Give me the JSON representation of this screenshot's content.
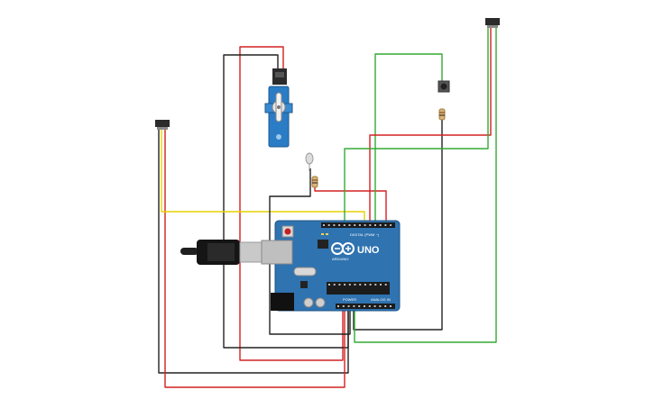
{
  "board": {
    "model_label": "UNO",
    "brand_label": "ARDUINO",
    "digital_label": "DIGITAL (PWM ~)",
    "power_label": "POWER",
    "analog_label": "ANALOG IN"
  },
  "components": {
    "servo": "servo-motor",
    "pushbutton": "pushbutton",
    "led": "led",
    "resistor_button": "resistor",
    "resistor_led": "resistor",
    "sensor_left": "pir-sensor",
    "sensor_right": "pir-sensor",
    "usb_cable": "usb-cable"
  },
  "colors": {
    "wire_red": "#d42020",
    "wire_black": "#222222",
    "wire_green": "#33aa33",
    "wire_yellow": "#e6d200",
    "board_blue": "#2f73b0",
    "servo_blue": "#2a7cc4"
  }
}
